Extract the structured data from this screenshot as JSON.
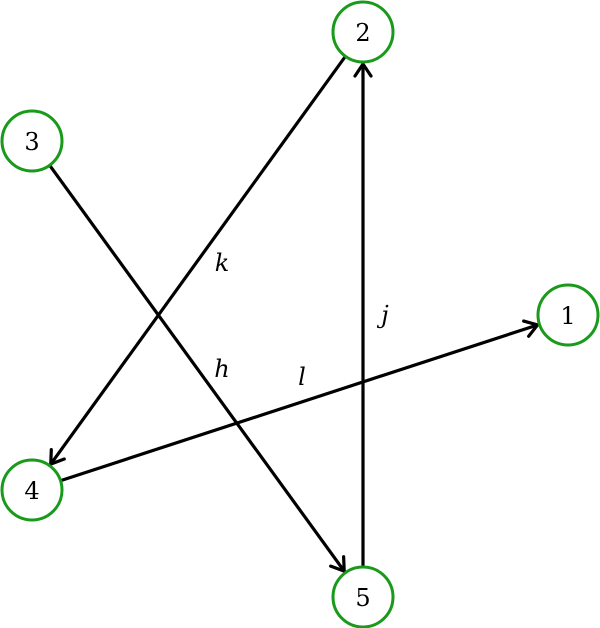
{
  "diagram": {
    "type": "directed-graph",
    "colors": {
      "node_stroke": "#1a9a1a",
      "edge": "#000000"
    },
    "nodes": [
      {
        "id": "1",
        "label": "1"
      },
      {
        "id": "2",
        "label": "2"
      },
      {
        "id": "3",
        "label": "3"
      },
      {
        "id": "4",
        "label": "4"
      },
      {
        "id": "5",
        "label": "5"
      }
    ],
    "edges": [
      {
        "id": "k",
        "label": "k",
        "from": "2",
        "to": "4"
      },
      {
        "id": "h",
        "label": "h",
        "from": "3",
        "to": "5"
      },
      {
        "id": "j",
        "label": "j",
        "from": "5",
        "to": "2"
      },
      {
        "id": "l",
        "label": "l",
        "from": "4",
        "to": "1"
      }
    ]
  }
}
